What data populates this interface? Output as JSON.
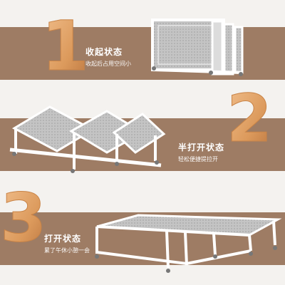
{
  "steps": [
    {
      "number": "1",
      "title": "收起状态",
      "subtitle": "收起后占用空间小"
    },
    {
      "number": "2",
      "title": "半打开状态",
      "subtitle": "轻松便捷提拉开"
    },
    {
      "number": "3",
      "title": "打开状态",
      "subtitle": "累了午休小憩一会"
    }
  ],
  "colors": {
    "band": "#9e7c64",
    "numeral": "#e0a56e",
    "frame": "#f5f5f5",
    "fabric": "#bfbfbf",
    "background": "#f4f2ef"
  }
}
